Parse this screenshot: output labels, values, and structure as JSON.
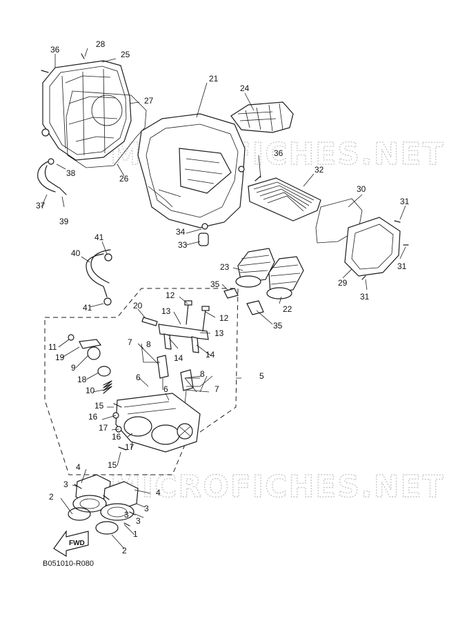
{
  "diagram_code": "B051010-R080",
  "watermark": "MICROFICHES.NET",
  "fwd_label": "FWD",
  "callouts": [
    "36",
    "28",
    "25",
    "27",
    "21",
    "24",
    "26",
    "38",
    "37",
    "39",
    "36",
    "32",
    "30",
    "31",
    "31",
    "31",
    "29",
    "34",
    "33",
    "41",
    "40",
    "41",
    "23",
    "22",
    "35",
    "35",
    "12",
    "12",
    "20",
    "13",
    "13",
    "11",
    "19",
    "8",
    "7",
    "9",
    "14",
    "14",
    "18",
    "6",
    "10",
    "8",
    "7",
    "5",
    "15",
    "6",
    "16",
    "17",
    "16",
    "17",
    "15",
    "4",
    "3",
    "2",
    "4",
    "3",
    "3",
    "3",
    "1",
    "2"
  ]
}
